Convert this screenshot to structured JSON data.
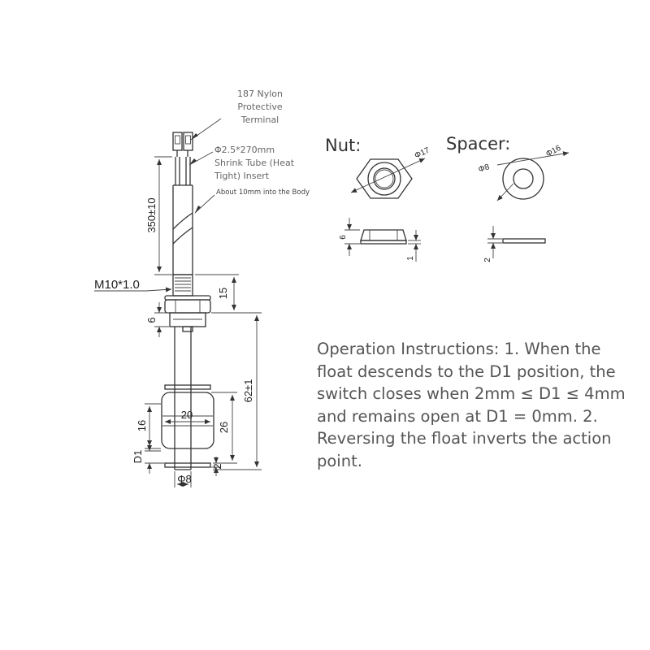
{
  "diagram": {
    "labels": {
      "terminal_note": [
        "187 Nylon",
        "Protective",
        "Terminal"
      ],
      "shrink_tube_note": [
        "Φ2.5*270mm",
        "Shrink Tube (Heat",
        "Tight) Insert"
      ],
      "insert_note": "About 10mm into the Body",
      "thread": "M10*1.0"
    },
    "dimensions": {
      "cable_length": "350±10",
      "thread_length": "15",
      "nut_height_main": "6",
      "total_length": "62±1",
      "float_width": "20",
      "float_height": "16",
      "float_travel": "26",
      "d1": "D1",
      "stop_thickness": "2",
      "stem_diameter": "Φ8"
    },
    "nut": {
      "title": "Nut:",
      "across": "Φ17",
      "height": "6",
      "chamfer": "1"
    },
    "spacer": {
      "title": "Spacer:",
      "inner": "Φ8",
      "outer": "Φ16",
      "thickness": "2"
    }
  },
  "instructions": {
    "text": "Operation Instructions: 1. When the float descends to the D1 position, the switch closes when 2mm ≤ D1 ≤ 4mm and remains open at D1 = 0mm. 2. Reversing the float inverts the action point."
  }
}
